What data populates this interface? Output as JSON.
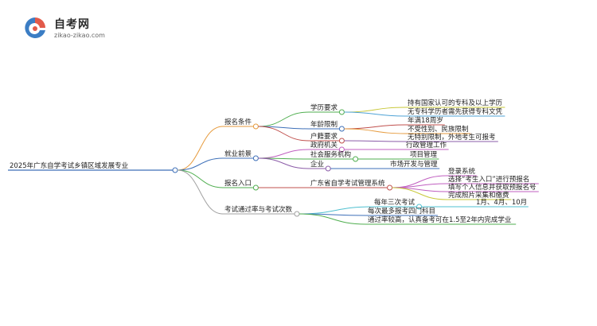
{
  "logo": {
    "name": "自考网",
    "url": "zikao-zikao.com"
  },
  "root": "2025年广东自学考试乡镇区域发展专业",
  "branches": [
    {
      "label": "报名条件",
      "color": "#e69a3c",
      "children": [
        {
          "label": "学历要求",
          "color": "#4fae4f",
          "children": [
            {
              "label": "持有国家认可的专科及以上学历",
              "color": "#c8c83a"
            },
            {
              "label": "无专科学历者需先获得专科文凭",
              "color": "#4fa3d6"
            }
          ]
        },
        {
          "label": "年龄限制",
          "color": "#3d6fb8",
          "children": [
            {
              "label": "年满18周岁",
              "color": "#c0504d"
            },
            {
              "label": "不受性别、民族限制",
              "color": "#e69a3c"
            }
          ]
        },
        {
          "label": "户籍要求",
          "color": "#c0504d",
          "children": [
            {
              "label": "无特别限制，外地考生可报考",
              "color": "#8b5ca8"
            }
          ]
        }
      ]
    },
    {
      "label": "就业前景",
      "color": "#3d6fb8",
      "children": [
        {
          "label": "政府机关",
          "color": "#c05fc0",
          "children": [
            {
              "label": "行政管理工作",
              "color": "#c05fc0"
            }
          ]
        },
        {
          "label": "社会服务机构",
          "color": "#4fae4f",
          "children": [
            {
              "label": "项目管理",
              "color": "#4fae4f"
            }
          ]
        },
        {
          "label": "企业",
          "color": "#8b5ca8",
          "children": [
            {
              "label": "市场开发与管理",
              "color": "#3d6fb8"
            }
          ]
        }
      ]
    },
    {
      "label": "报名入口",
      "color": "#4fae4f",
      "children": [
        {
          "label": "广东省自学考试管理系统",
          "color": "#c0504d",
          "children": [
            {
              "label": "登录系统",
              "color": "#c05fc0"
            },
            {
              "label": "选择“考生入口”进行预报名",
              "color": "#c05fc0"
            },
            {
              "label": "填写个人信息并获取预报名号",
              "color": "#c05fc0"
            },
            {
              "label": "完成照片采集和缴费",
              "color": "#c8c83a"
            }
          ]
        }
      ]
    },
    {
      "label": "考试通过率与考试次数",
      "color": "#a0a0a0",
      "children": [
        {
          "label": "每年三次考试",
          "color": "#4fc0d0",
          "children": [
            {
              "label": "1月、4月、10月",
              "color": "#4fc0d0"
            }
          ]
        },
        {
          "label": "每次最多报考四门科目",
          "color": "#3d6fb8"
        },
        {
          "label": "通过率较高，认真备考可在1.5至2年内完成学业",
          "color": "#4fae4f"
        }
      ]
    }
  ]
}
